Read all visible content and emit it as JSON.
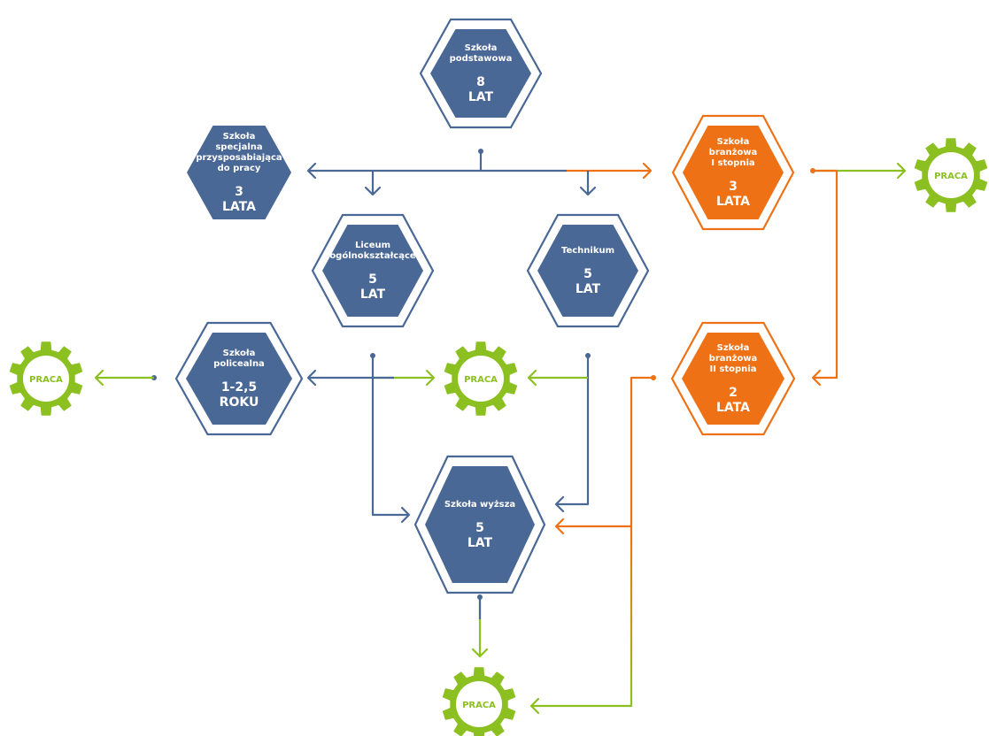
{
  "colors": {
    "school": "#4a6896",
    "vocational": "#ee7215",
    "work": "#8cc021",
    "connector_blue": "#4a6896",
    "connector_orange": "#ee7215",
    "connector_green": "#8cc021",
    "background": "#ffffff"
  },
  "nodes": {
    "primary": {
      "name": [
        "Szkoła",
        "podstawowa"
      ],
      "duration": [
        "8",
        "LAT"
      ]
    },
    "special": {
      "name": [
        "Szkoła",
        "specjalna",
        "przysposabiająca",
        "do pracy"
      ],
      "duration": [
        "3",
        "LATA"
      ]
    },
    "vocational1": {
      "name": [
        "Szkoła",
        "branżowa",
        "I stopnia"
      ],
      "duration": [
        "3",
        "LATA"
      ]
    },
    "lyceum": {
      "name": [
        "Liceum",
        "ogólnokształcące"
      ],
      "duration": [
        "5",
        "LAT"
      ]
    },
    "technikum": {
      "name": [
        "Technikum"
      ],
      "duration": [
        "5",
        "LAT"
      ]
    },
    "postsecondary": {
      "name": [
        "Szkoła",
        "policealna"
      ],
      "duration": [
        "1-2,5",
        "ROKU"
      ]
    },
    "vocational2": {
      "name": [
        "Szkoła",
        "branżowa",
        "II stopnia"
      ],
      "duration": [
        "2",
        "LATA"
      ]
    },
    "university": {
      "name": [
        "Szkoła wyższa"
      ],
      "duration": [
        "5",
        "LAT"
      ]
    }
  },
  "work_label": "PRACA"
}
